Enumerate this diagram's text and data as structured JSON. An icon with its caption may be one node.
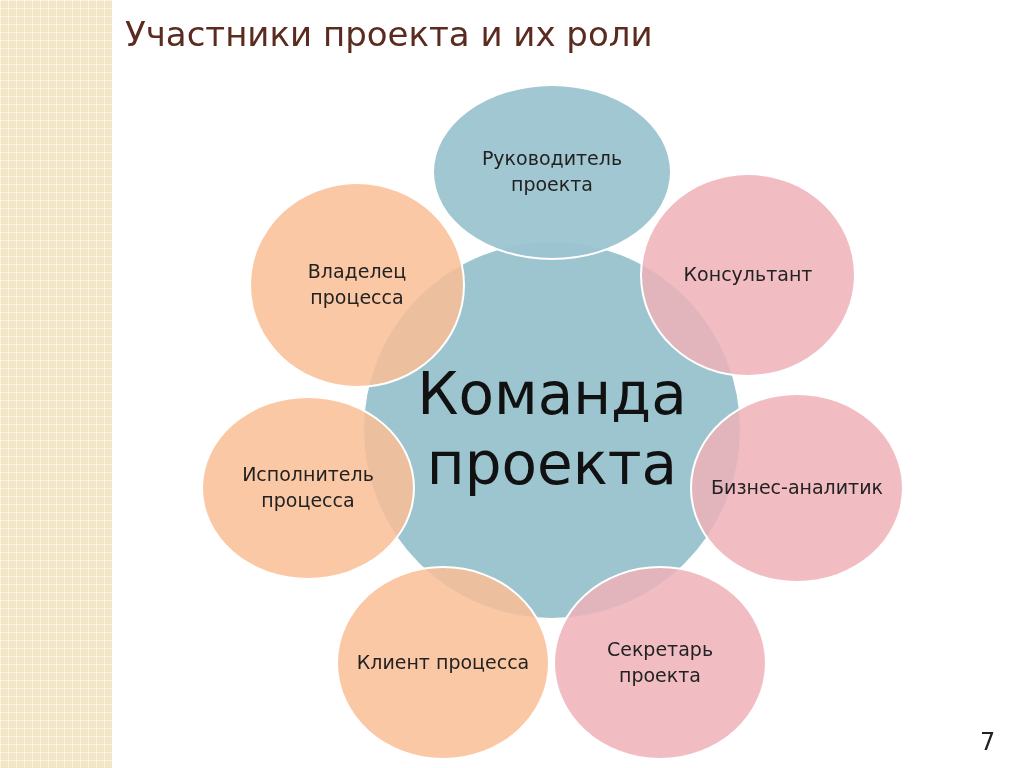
{
  "diagram": {
    "title": "Участники проекта и их роли",
    "nodes": [
      {
        "text": [
          "Руководитель проекта"
        ]
      },
      {
        "text": [
          "Владелец процесса"
        ]
      },
      {
        "text": [
          "Консультант"
        ]
      },
      {
        "text": [
          "Команда проекта"
        ]
      },
      {
        "text": [
          "Исполнитель процесса"
        ]
      },
      {
        "text": [
          "Бизнес-аналитик"
        ]
      },
      {
        "text": [
          "Клиент процесса"
        ]
      },
      {
        "text": [
          "Секретарь проекта"
        ]
      }
    ],
    "labels": [
      "7"
    ]
  }
}
